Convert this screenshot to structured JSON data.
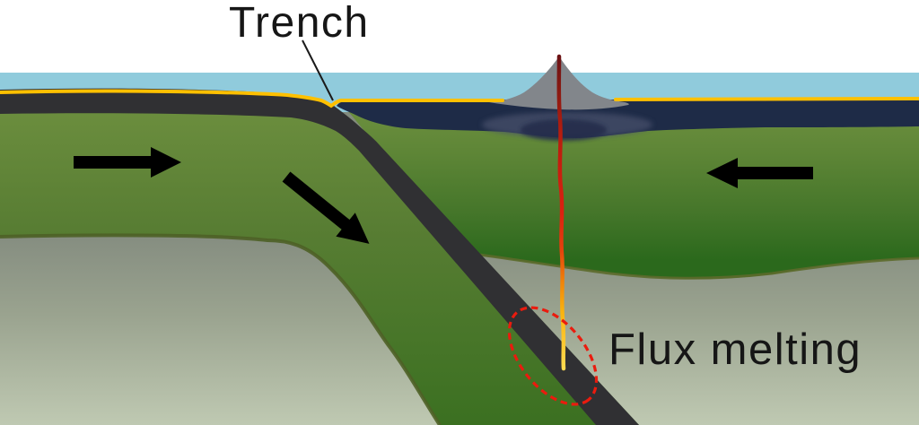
{
  "diagram": {
    "type": "subduction-zone-cross-section",
    "labels": {
      "trench": "Trench",
      "flux_melting": "Flux melting"
    },
    "colors": {
      "sky": "#ffffff",
      "water": "#90cbdc",
      "sediment_yellow": "#ffc000",
      "oceanic_crust_navy": "#1e2b47",
      "subducting_crust_dark": "#303033",
      "plate_green_light": "#6f9140",
      "plate_green_dark": "#2b691c",
      "mantle_gray_top": "#828a7e",
      "mantle_gray_bottom": "#bfc9b2",
      "volcano_gray": "#82868b",
      "magma_dark_red": "#8c1a12",
      "magma_yellow": "#ffda50",
      "arrow_black": "#000000",
      "melt_zone_red": "#ea1b0e",
      "label_text": "#161616",
      "leader_line": "#1a1a1a",
      "plate_outline_olive": "#4e6126"
    }
  }
}
